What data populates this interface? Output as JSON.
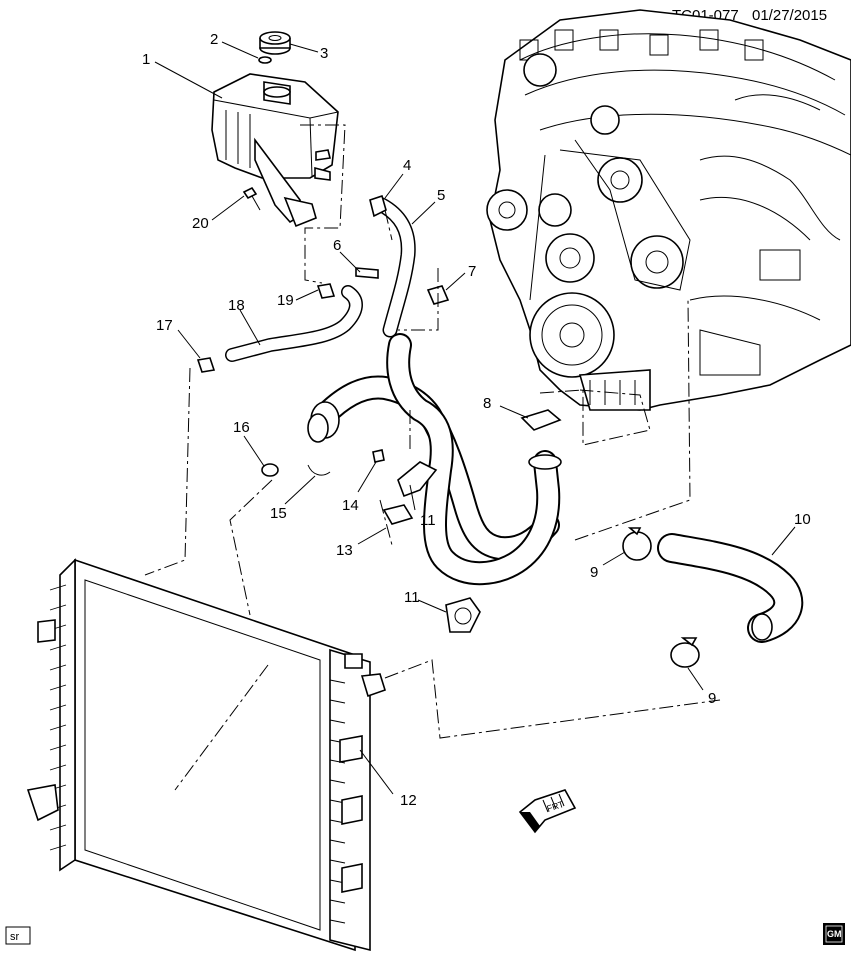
{
  "header": {
    "diagram_id": "TC01-077",
    "date": "01/27/2015"
  },
  "callouts": [
    {
      "label": "1"
    },
    {
      "label": "2"
    },
    {
      "label": "3"
    },
    {
      "label": "4"
    },
    {
      "label": "5"
    },
    {
      "label": "6"
    },
    {
      "label": "7"
    },
    {
      "label": "8"
    },
    {
      "label": "9"
    },
    {
      "label": "9"
    },
    {
      "label": "10"
    },
    {
      "label": "11"
    },
    {
      "label": "11"
    },
    {
      "label": "12"
    },
    {
      "label": "13"
    },
    {
      "label": "14"
    },
    {
      "label": "15"
    },
    {
      "label": "16"
    },
    {
      "label": "17"
    },
    {
      "label": "18"
    },
    {
      "label": "19"
    },
    {
      "label": "20"
    }
  ],
  "footer": {
    "corner_code": "sr",
    "brand": "GM",
    "direction_badge": "FRT"
  }
}
